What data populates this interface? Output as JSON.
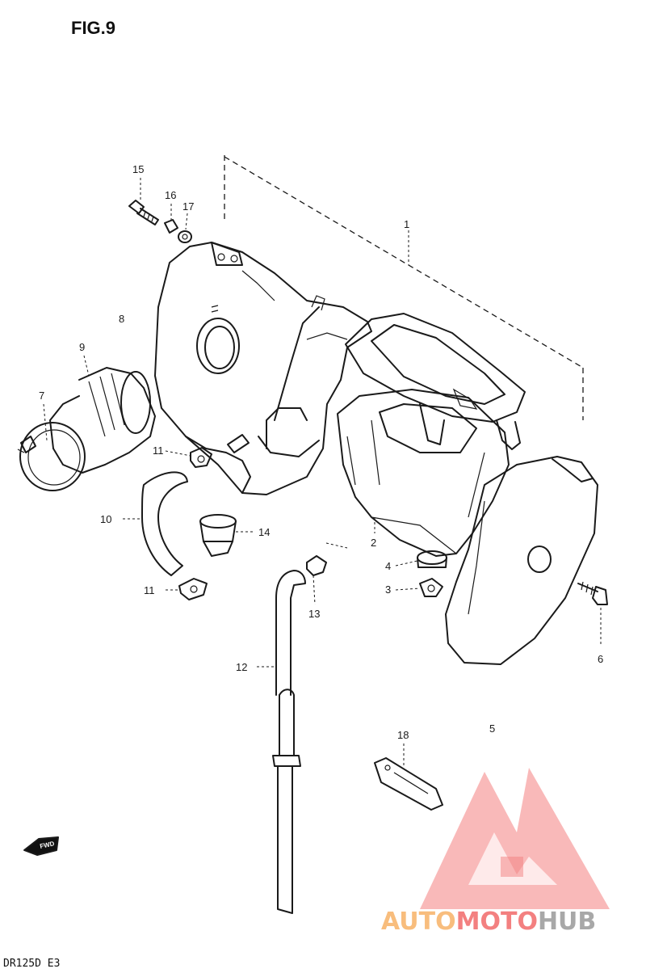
{
  "figure": {
    "title": "FIG.9",
    "model_code": "DR125D E3",
    "fwd_label": "FWD"
  },
  "callouts": {
    "c1": "1",
    "c2": "2",
    "c3": "3",
    "c4": "4",
    "c5": "5",
    "c6": "6",
    "c7": "7",
    "c8": "8",
    "c9": "9",
    "c10": "10",
    "c11a": "11",
    "c11b": "11",
    "c12": "12",
    "c13": "13",
    "c14": "14",
    "c15": "15",
    "c16": "16",
    "c17": "17",
    "c18": "18"
  },
  "watermark": {
    "part1": "AUTO",
    "part2": "MOTO",
    "part3": "HUB",
    "colors": {
      "red": "#f26a6a",
      "orange": "#f7b267",
      "grey": "#9a9a9a"
    }
  }
}
